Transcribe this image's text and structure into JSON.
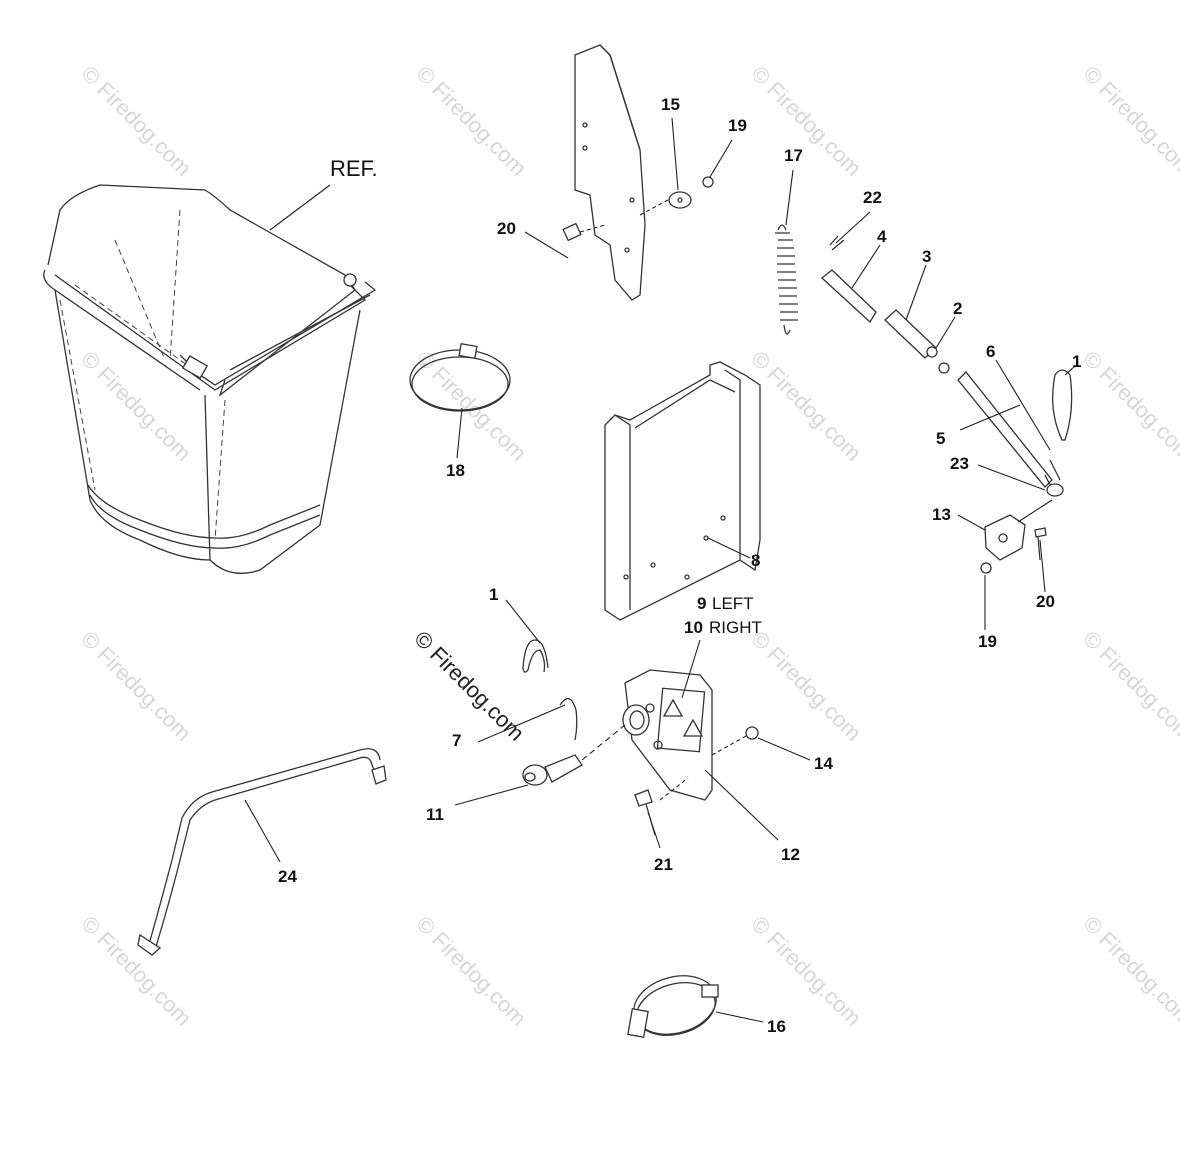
{
  "diagram": {
    "watermark_text": "© Firedog.com",
    "watermark_center_text": "© Firedog.com",
    "ref_label": "REF.",
    "callouts": {
      "c1a": "1",
      "c1b": "1",
      "c2": "2",
      "c3": "3",
      "c4": "4",
      "c5": "5",
      "c6": "6",
      "c7": "7",
      "c8": "8",
      "c9": "9",
      "c9_side": "LEFT",
      "c10": "10",
      "c10_side": "RIGHT",
      "c11": "11",
      "c12": "12",
      "c13": "13",
      "c14": "14",
      "c15": "15",
      "c16": "16",
      "c17": "17",
      "c18": "18",
      "c19a": "19",
      "c19b": "19",
      "c20a": "20",
      "c20b": "20",
      "c21": "21",
      "c22": "22",
      "c23": "23",
      "c24": "24"
    }
  }
}
